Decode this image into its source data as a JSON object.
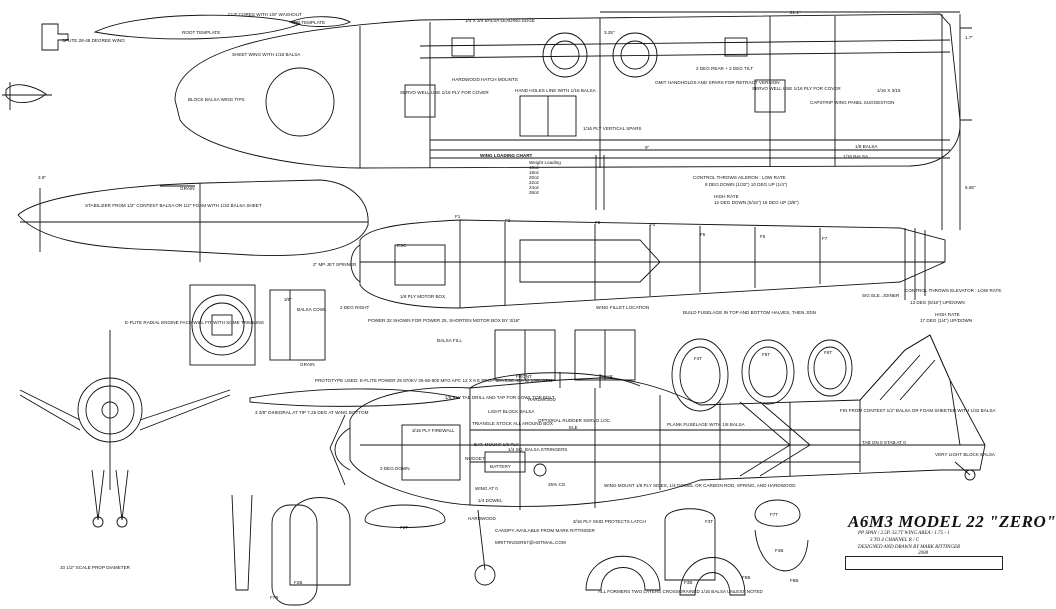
{
  "title": {
    "main": "A6M3 MODEL 22 \"ZERO\"",
    "line1": "PP SPAN / 2.5P. 33.7T WING AREA / 1.75 - 1",
    "line2": "3 TO 4 CHANNEL R / C",
    "line3": "DESIGNED AND DRAWN BY MARK RITTINGER",
    "line4": "2008"
  },
  "wing": {
    "cut_cores": "CUT CORES WITH 1/8\" WASHOUT",
    "root_template": "ROOT TEMPLATE",
    "tip_template": "TIP TEMPLATE",
    "leading_edge": "1/4 X 3/4 BALSA LEADING EDGE",
    "sheet_wing": "SHEET WING WITH 1/16 BALSA",
    "block_balsa_tip": "BLOCK BALSA WING TIPS",
    "hatch_mounts": "HARDWOOD HATCH MOUNTS",
    "hand_holes": "HAND HOLES LINE WITH 1/16 BALSA",
    "servo_well_left": "SERVO WELL USE 1/16 PLY FOR COVER",
    "servo_well_right": "SERVO WELL USE 1/16 PLY FOR COVER",
    "omit_handholds": "OMIT HANDHOLDS AND SPARS FOR RETRACT VERSION",
    "dihedral_tilt": "2 DEG REAR + 3 DEG TILT",
    "capstrip": "CAPSTRIP WING PANEL SUGGESTION",
    "spar_size": "1/16 X 3/16",
    "vertical_spars": "1/16 PLY VERTICAL SPARS",
    "spute": "SPUTE 28-48 DEGREE WING",
    "dim_span": "21.1\"",
    "dim_325": "3.25\"",
    "dim_17": "1.7\"",
    "dim_39": "3.9\"",
    "dim_665": "6.65\"",
    "dim_9": "9\"",
    "balsa_18": "1/8 BALSA",
    "balsa_116": "1/16 BALSA"
  },
  "wing_loading": {
    "title": "WING LOADING CHART",
    "header": "Weight  Loading",
    "rows": [
      "16oz",
      "18oz",
      "20oz",
      "22oz",
      "24oz",
      "26oz"
    ]
  },
  "control_throws": {
    "aileron_title": "CONTROL THROWS AILERON : LOW RATE",
    "aileron_low": "8 DEG DOWN (1/32\") 10 DEG UP (1/4\")",
    "aileron_high_title": "HIGH RATE",
    "aileron_high": "12 DEG DOWN (5/16\") 15 DEG UP (3/8\")",
    "elevator_title": "CONTROL THROWS ELEVATOR : LOW RATE",
    "elevator_low": "13 DEG (5/16\") UP/DOWN",
    "elevator_high_title": "HIGH RATE",
    "elevator_high": "17 DEG (1/4\") UP/DOWN"
  },
  "stabilizer": {
    "grain": "GRAIN",
    "label": "STABILIZER FROM 1/2\" CONTEST BALSA OR 1/2\" FOAM WITH 1/32 BALSA SHEET",
    "grain2": "GRAIN"
  },
  "fuselage_top": {
    "spinner": "2\" MP JET SPINNER",
    "esc": "ESC",
    "motor_box": "1/8 PLY MOTOR BOX",
    "power_note": "POWER 32 SHOWN FOR POWER 25, SHORTEN MOTOR BOX BY 3/16\"",
    "deg_right": "2 DEG RIGHT",
    "balsa_fill": "BALSA FILL",
    "wing_fillet": "WING FILLET LOCATION",
    "sig_ele": "SIG ELE. JOINER",
    "build_fuse": "BUILD FUSELAGE IN TOP AND BOTTOM HALVES, THEN JOIN",
    "formers": [
      "F1",
      "F2",
      "F3",
      "F4",
      "F5",
      "F6",
      "F7"
    ]
  },
  "front_view": {
    "eflite": "E-FLITE RADIAL ENGINE FACE WILL FIT WITH SOME TRIMMING",
    "balsa_cowl": "BALSA COWL",
    "dim_38": "3/8\"",
    "prop_diameter": "10 1/2\" SCALE PROP DIAMETER",
    "dihedral": "3 3/8\" DIHEDRAL AT TIP 7.25 DEG AT WING BOTTOM",
    "power_spec": "PROTOTYPE USED: E-FLITE POWER 25 870KV 35-50-800 MFG APC 12 X 6 E PROP 60A ESC 40A @ 1300 RPM"
  },
  "side_fuselage": {
    "ply_tab": "1/8 PLY TAB DRILL AND TAP FOR COWL TOP BOLT",
    "light_block": "LIGHT BLOCK BALSA",
    "hardwood": "HARDWOOD",
    "triangle_stock": "TRIANGLE STOCK ALL AROUND BOX",
    "optional_rudder": "OPTIONAL RUDDER SERVO LOC.",
    "ele": "ELE",
    "firewall": "3/16 PLY FIREWALL",
    "bat_mount": "BAT. MOUNT 1/8 PLY",
    "sq_stringers": "1/4 SQ. BALSA STRINGERS",
    "battery": "BATTERY",
    "nugget": "NUGGET",
    "deg_down": "2 DEG DOWN",
    "cg": "25% CG",
    "wing_at_0": "WING AT 0",
    "dowel": "1/4 DOWEL",
    "plank": "PLANK FUSELAGE WITH 1/8 BALSA",
    "fin": "FIN FROM CONTEST 1/2\" BALSA OR FOAM SHEETED WITH 1/32 BALSA",
    "tab_on": "TAB ON 0 STAB AT 0",
    "very_light": "VERY LIGHT BLOCK BALSA",
    "wing_mount": "WING MOUNT 1/8 PLY SIDES, 1/4 DOWEL OR CARBON ROD, SPRING, AND HARDWOOD",
    "hardwood2": "HARDWOOD",
    "canopy": "CANOPY AVAILABLE FROM MARK RITTINGER",
    "email": "MRITTINGER57@HOTMAIL.COM",
    "skid": "3/16 PLY SKID PROTECTS LATCH",
    "formers_note": "ALL FORMERS TWO LAYERS CROSSGRAINED 1/16 BALSA UNLESS NOTED",
    "front": "FRONT",
    "rear": "REAR",
    "former_labels": [
      "F2B",
      "F2T",
      "F3B",
      "F3T",
      "F4T",
      "F5T",
      "F6T",
      "F7T",
      "F4B",
      "F5B",
      "F6B",
      "F7B"
    ]
  }
}
